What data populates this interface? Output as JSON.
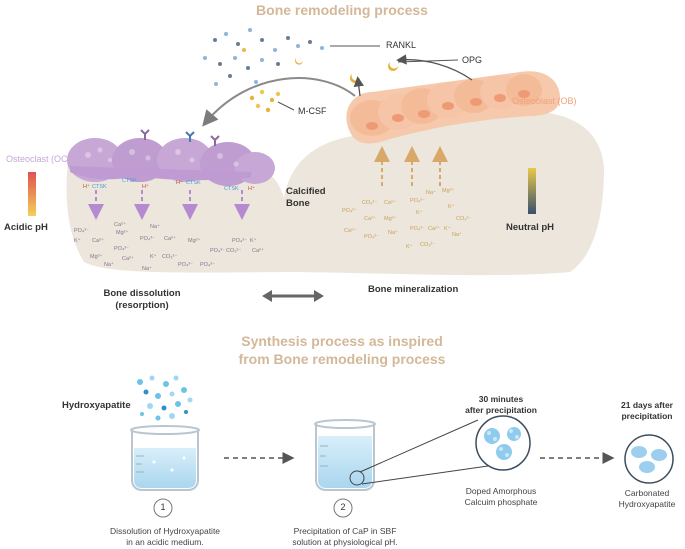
{
  "top": {
    "title": "Bone remodeling process",
    "rankl": "RANKL",
    "opg": "OPG",
    "mcsf": "M-CSF",
    "osteoblast": "Osteoblast (OB)",
    "osteoclast": "Osteoclast (OC)",
    "calcified_bone": "Calcified Bone",
    "acidic_ph": "Acidic pH",
    "neutral_ph": "Neutral  pH",
    "dissolution": "Bone dissolution (resorption)",
    "mineralization": "Bone mineralization",
    "ions": {
      "h": "H⁺",
      "ctsk": "CTSK",
      "ca": "Ca²⁺",
      "mg": "Mg²⁺",
      "na": "Na⁺",
      "k": "K⁺",
      "po4": "PO₄³⁻",
      "co3": "CO₃²⁻"
    }
  },
  "bottom": {
    "title_line1": "Synthesis process as inspired",
    "title_line2": "from Bone remodeling  process",
    "hydroxyapatite": "Hydroxyapatite",
    "step1_number": "1",
    "step1_caption_line1": "Dissolution of Hydroxyapatite",
    "step1_caption_line2": "in an acidic medium.",
    "step2_number": "2",
    "step2_caption_line1": "Precipitation of CaP in SBF",
    "step2_caption_line2": "solution at physiological pH.",
    "time1_line1": "30 minutes",
    "time1_line2": "after precipitation",
    "product1_line1": "Doped Amorphous",
    "product1_line2": "Calcuim phosphate",
    "time2_line1": "21 days  after",
    "time2_line2": "precipitation",
    "product2_line1": "Carbonated",
    "product2_line2": "Hydroxyapatite"
  },
  "colors": {
    "title": "#d3b899",
    "bone": "#ece6dc",
    "osteoclast": "#c7a7d6",
    "osteoblast": "#f4c2a4",
    "acid_arrow": "#b48ad0",
    "min_arrow": "#d7a868",
    "liquid": "#bfe3f3",
    "particle": "#8fcbee"
  }
}
